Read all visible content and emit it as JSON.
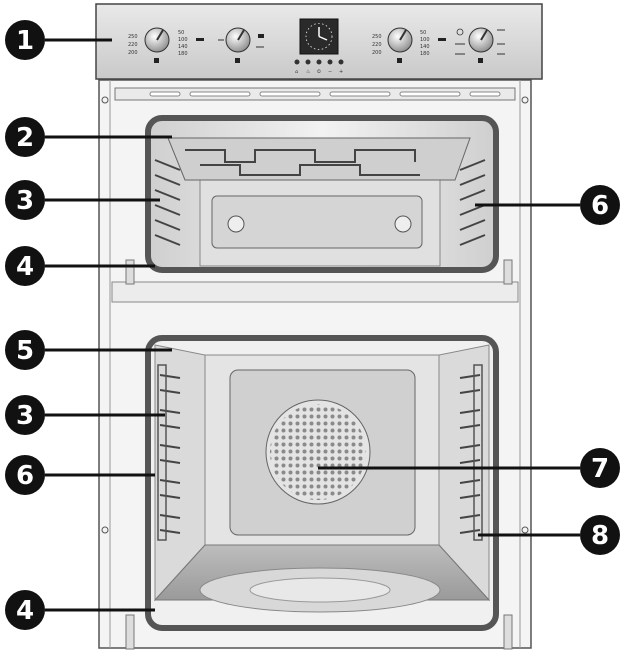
{
  "callouts": [
    {
      "label": "1"
    },
    {
      "label": "2"
    },
    {
      "label": "3"
    },
    {
      "label": "4"
    },
    {
      "label": "5"
    },
    {
      "label": "3"
    },
    {
      "label": "6"
    },
    {
      "label": "4"
    },
    {
      "label": "6"
    },
    {
      "label": "7"
    },
    {
      "label": "8"
    }
  ],
  "colors": {
    "panel": "#d9d9d9",
    "steel": "#e6e6e6",
    "cavity_dark": "#555555",
    "callout_fill": "#111111",
    "callout_text": "#ffffff"
  },
  "control_panel": {
    "scale_left_1": [
      "250",
      "220",
      "200"
    ],
    "scale_right_1": [
      "50",
      "100",
      "140",
      "180"
    ],
    "scale_left_3": [
      "250",
      "220",
      "200"
    ],
    "scale_right_3": [
      "50",
      "100",
      "140",
      "180"
    ],
    "buttons_glyphs": [
      "⌂",
      "♨",
      "⏲",
      "−",
      "+"
    ]
  }
}
